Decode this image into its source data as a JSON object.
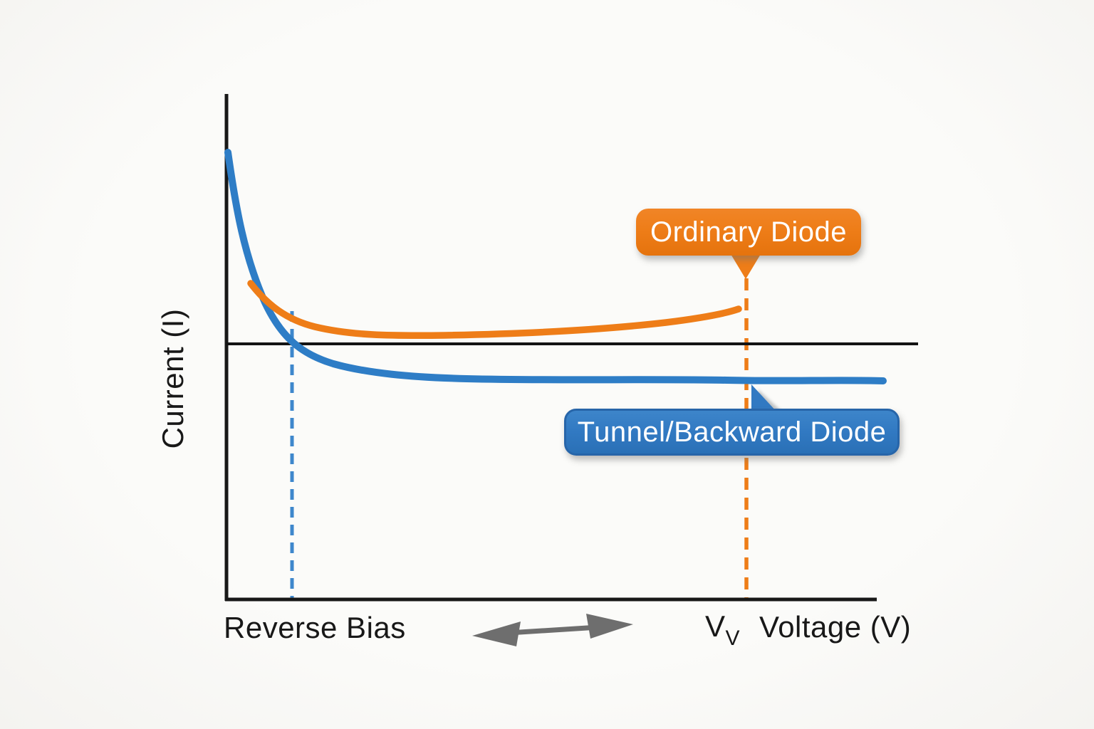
{
  "colors": {
    "orange": "#ee7d18",
    "orange-deep": "#e5730d",
    "blue-curve": "#2e7dc6",
    "blue-box": "#3179c2",
    "blue-box-dark": "#2765a9",
    "blue-dash": "#3e87cc",
    "gray-arrow": "#6e6e6e",
    "ink": "#181818",
    "bg": "#fafaf7"
  },
  "labels": {
    "y_axis": "Current (I)",
    "x_axis": "Voltage (V)",
    "reverse_bias": "Reverse Bias",
    "valley_main": "V",
    "valley_sub": "V"
  },
  "callouts": {
    "ordinary": {
      "label": "Ordinary Diode",
      "color": "#ee7d18"
    },
    "tunnel": {
      "label": "Tunnel/Backward Diode",
      "color": "#3179c2"
    }
  },
  "chart_data": {
    "type": "line",
    "title": "Reverse-bias I-V characteristic: ordinary diode vs tunnel/backward diode",
    "xlabel": "Voltage (V)",
    "ylabel": "Current (I)",
    "grid": false,
    "legend_position": "callouts-on-plot",
    "axis_notes": "No numeric tick labels shown; x spans the reverse-bias region from 0 to beyond the valley voltage V_V; y = 0 marked by a horizontal line",
    "x_range_normalized": [
      0,
      1
    ],
    "y_range_normalized": [
      -0.2,
      0.8
    ],
    "markers": {
      "zero_crossing_x": 0.1,
      "valley_voltage_x": 0.8,
      "valley_voltage_label": "V_V",
      "region_label": "Reverse Bias",
      "region_arrow": "double-headed gray arrow between Reverse Bias and V_V"
    },
    "series": [
      {
        "name": "Tunnel/Backward Diode",
        "color": "#2e7dc6",
        "style": "solid, with vertical dashed guide at its zero crossing (x=0.10)",
        "x": [
          0.0,
          0.01,
          0.03,
          0.06,
          0.1,
          0.15,
          0.22,
          0.35,
          0.55,
          0.8,
          1.0
        ],
        "y": [
          0.77,
          0.55,
          0.33,
          0.13,
          0.0,
          -0.07,
          -0.11,
          -0.135,
          -0.145,
          -0.148,
          -0.15
        ]
      },
      {
        "name": "Ordinary Diode",
        "color": "#ee7d18",
        "style": "solid, with vertical dashed guide at valley voltage (x=0.80)",
        "x": [
          0.04,
          0.08,
          0.13,
          0.22,
          0.35,
          0.5,
          0.65,
          0.75,
          0.79
        ],
        "y": [
          0.23,
          0.12,
          0.06,
          0.038,
          0.037,
          0.055,
          0.09,
          0.12,
          0.14
        ]
      }
    ]
  }
}
